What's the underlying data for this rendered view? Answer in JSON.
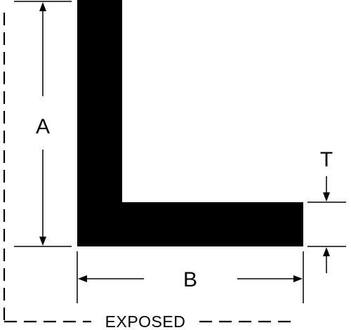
{
  "diagram": {
    "labels": {
      "a": "A",
      "b": "B",
      "t": "T",
      "exposed": "EXPOSED"
    },
    "colors": {
      "profile": "#000000",
      "background": "#ffffff"
    }
  }
}
